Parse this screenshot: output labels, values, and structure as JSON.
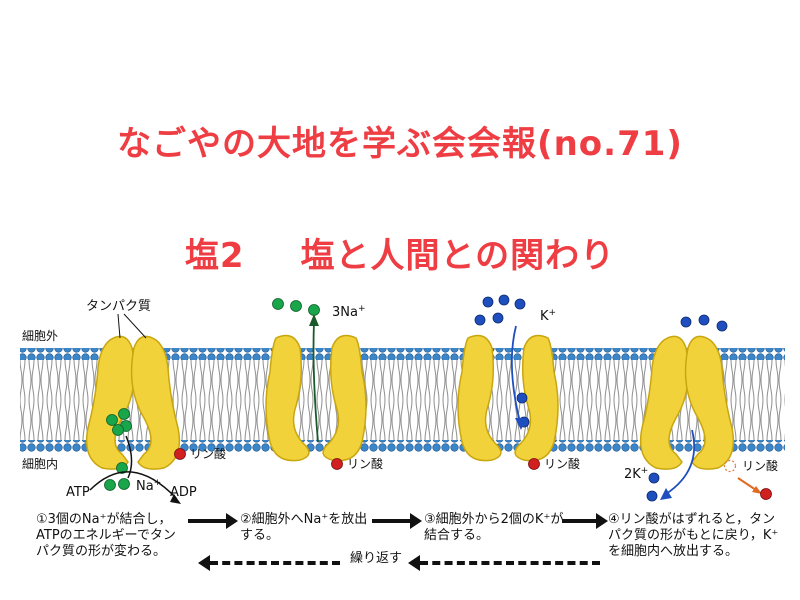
{
  "title": "なごやの大地を学ぶ会会報(no.71)",
  "subtitle_part1": "塩2",
  "subtitle_part2": "塩と人間との関わり",
  "labels": {
    "protein": "タンパク質",
    "outside": "細胞外",
    "inside": "細胞内",
    "phosphate": "リン酸",
    "atp": "ATP",
    "adp": "ADP",
    "na": "Na",
    "na3": "3Na",
    "k": "K",
    "k2": "2K",
    "plus": "+"
  },
  "steps": [
    {
      "number": "①",
      "text": "3個のNa⁺が結合し，ATPのエネルギーでタンパク質の形が変わる。"
    },
    {
      "number": "②",
      "text": "細胞外へNa⁺を放出する。"
    },
    {
      "number": "③",
      "text": "細胞外から2個のK⁺が結合する。"
    },
    {
      "number": "④",
      "text": "リン酸がはずれると，タンパク質の形がもとに戻り，K⁺を細胞内へ放出する。"
    }
  ],
  "repeat_label": "繰り返す",
  "colors": {
    "title": "#ee3e44",
    "protein": "#f2d23a",
    "membrane_head": "#3a86c8",
    "sodium": "#19a54a",
    "potassium": "#1f4fbf",
    "phosphate": "#d02020"
  }
}
